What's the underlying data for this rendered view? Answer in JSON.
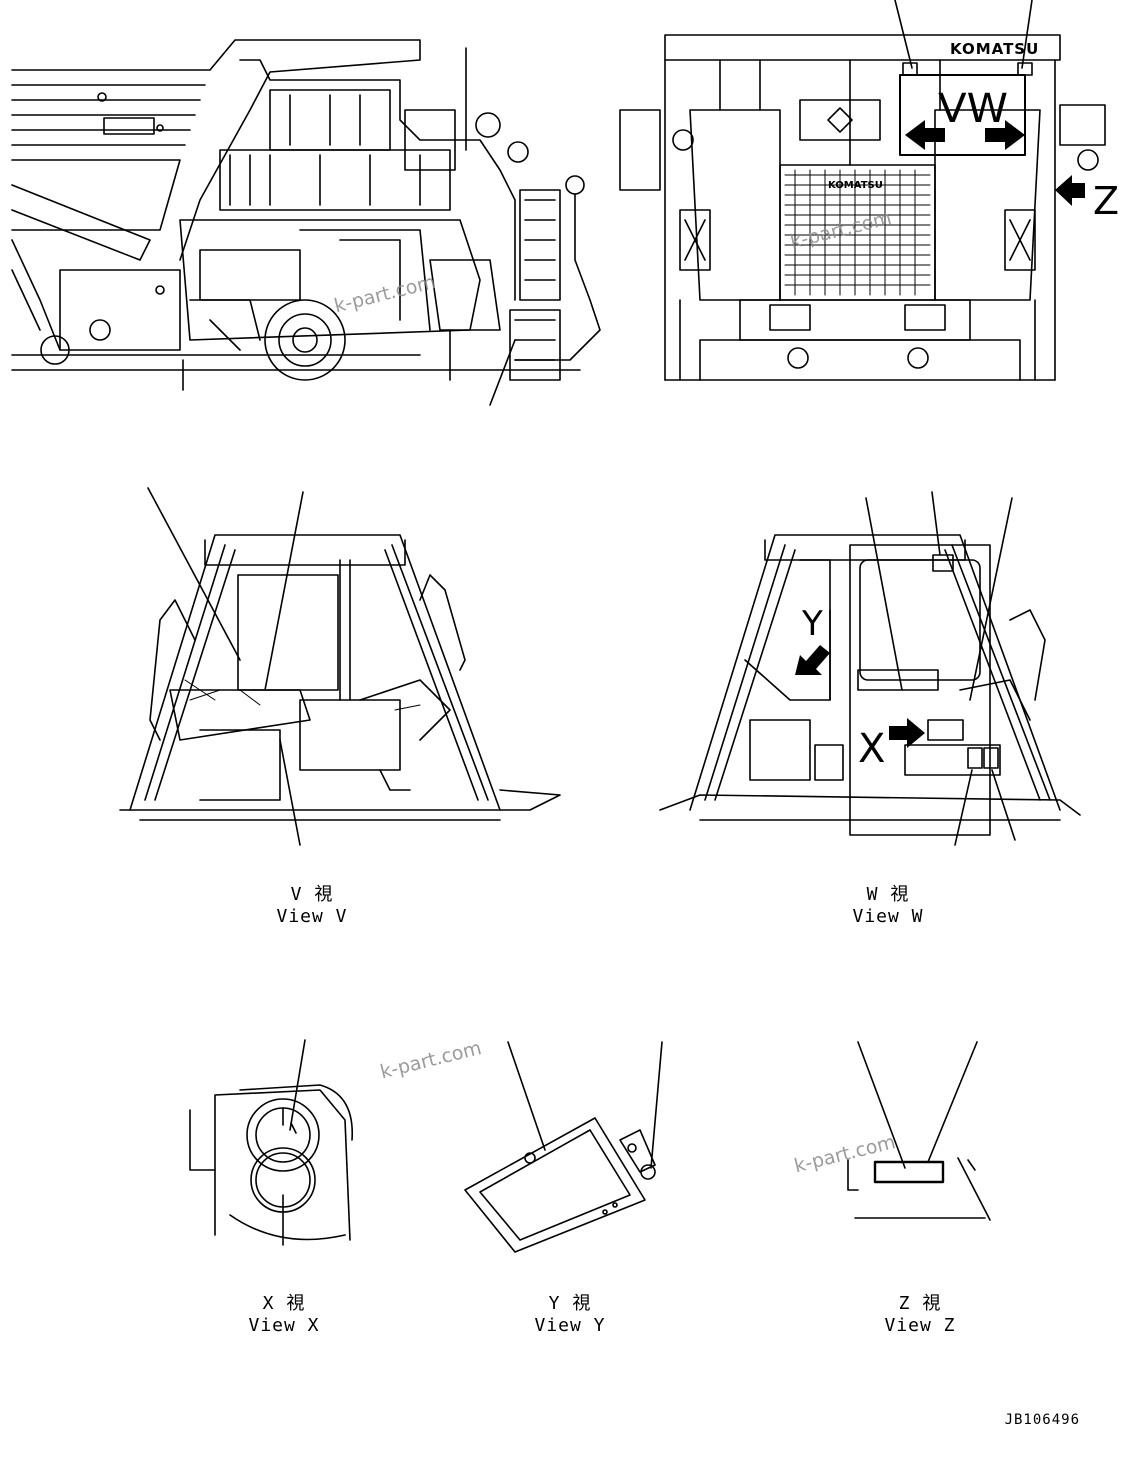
{
  "views": {
    "v": {
      "jp": "V  視",
      "en": "View V"
    },
    "w": {
      "jp": "W  視",
      "en": "View W"
    },
    "x": {
      "jp": "X  視",
      "en": "View X"
    },
    "y": {
      "jp": "Y  視",
      "en": "View Y"
    },
    "z": {
      "jp": "Z  視",
      "en": "View Z"
    }
  },
  "markers": {
    "vw": "VW",
    "z": "Z",
    "y": "Y",
    "x": "X"
  },
  "brand": "KOMATSU",
  "watermark": "k-part.com",
  "reference_code": "JB106496"
}
